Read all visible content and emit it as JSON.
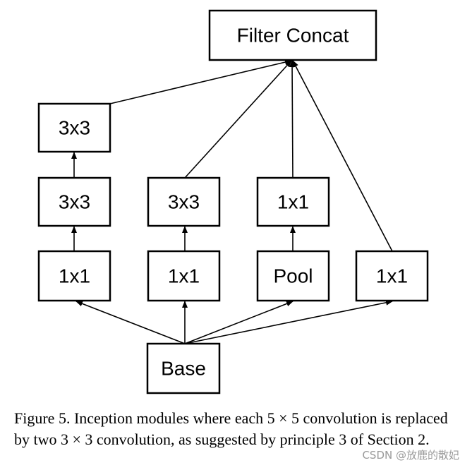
{
  "diagram": {
    "nodes": [
      {
        "id": "concat",
        "label": "Filter Concat"
      },
      {
        "id": "a3",
        "label": "3x3"
      },
      {
        "id": "a2",
        "label": "3x3"
      },
      {
        "id": "b2",
        "label": "3x3"
      },
      {
        "id": "c2",
        "label": "1x1"
      },
      {
        "id": "a1",
        "label": "1x1"
      },
      {
        "id": "b1",
        "label": "1x1"
      },
      {
        "id": "c1",
        "label": "Pool"
      },
      {
        "id": "d1",
        "label": "1x1"
      },
      {
        "id": "base",
        "label": "Base"
      }
    ],
    "edges": [
      {
        "from": "base",
        "to": "a1"
      },
      {
        "from": "base",
        "to": "b1"
      },
      {
        "from": "base",
        "to": "c1"
      },
      {
        "from": "base",
        "to": "d1"
      },
      {
        "from": "a1",
        "to": "a2"
      },
      {
        "from": "a2",
        "to": "a3"
      },
      {
        "from": "b1",
        "to": "b2"
      },
      {
        "from": "c1",
        "to": "c2"
      },
      {
        "from": "a3",
        "to": "concat"
      },
      {
        "from": "b2",
        "to": "concat"
      },
      {
        "from": "c2",
        "to": "concat"
      },
      {
        "from": "d1",
        "to": "concat"
      }
    ]
  },
  "caption": "Figure 5. Inception modules where each 5 × 5 convolution is replaced by two 3 × 3 convolution, as suggested by principle 3 of Section 2.",
  "watermark": "CSDN @放鹿的散妃"
}
